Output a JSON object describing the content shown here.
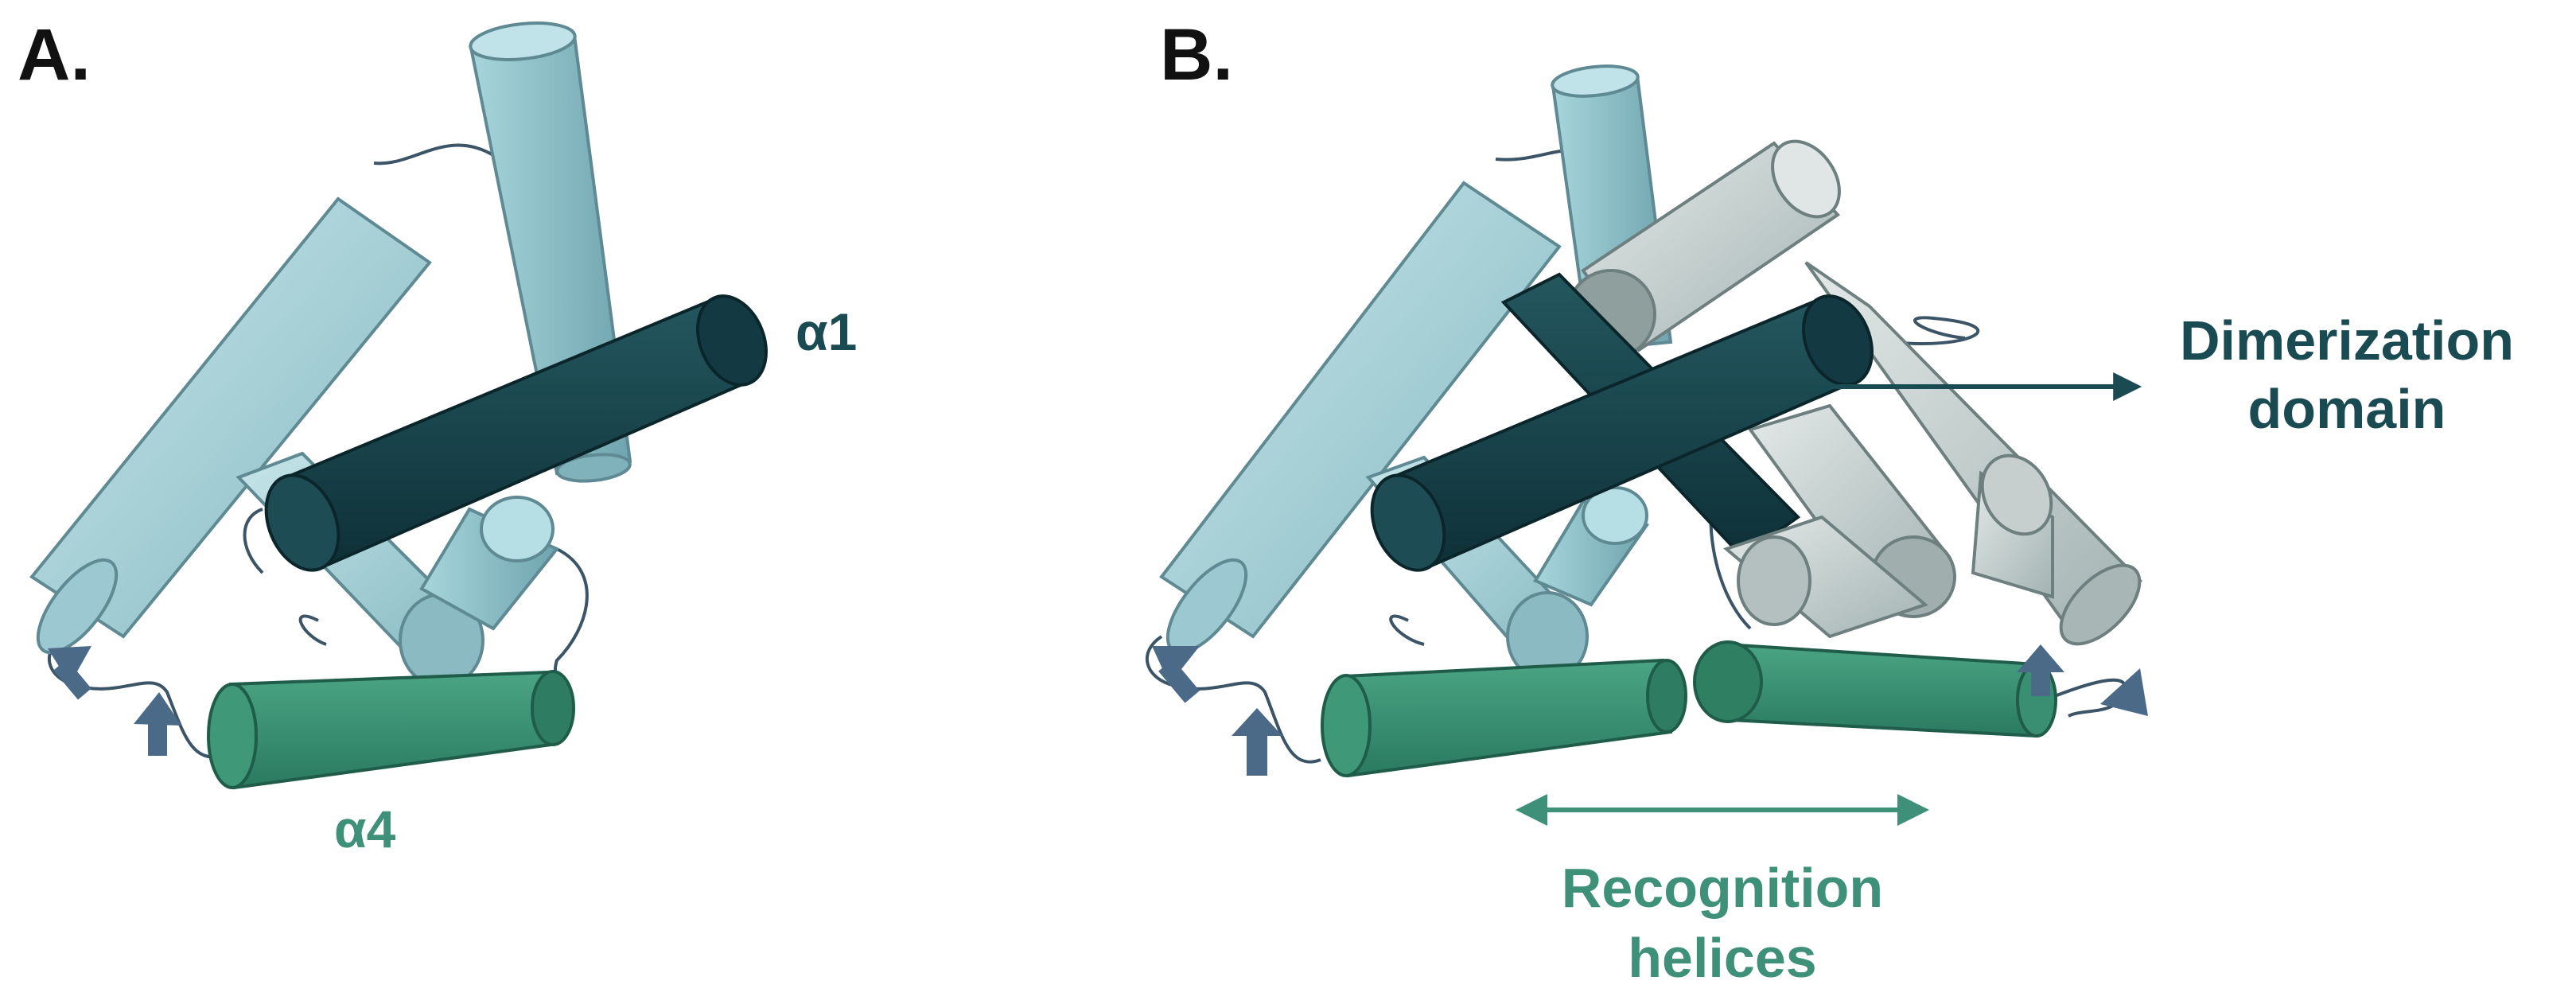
{
  "panel_a": {
    "label": "A.",
    "alpha1_label": "α1",
    "alpha4_label": "α4"
  },
  "panel_b": {
    "label": "B.",
    "dimerization_line1": "Dimerization",
    "dimerization_line2": "domain",
    "recognition_line1": "Recognition",
    "recognition_line2": "helices"
  },
  "colors": {
    "light_helix": "#a9d3da",
    "mid_helix": "#8cc0c8",
    "pale_helix": "#c9d4d3",
    "dark_helix": "#18424b",
    "green_helix": "#3a8f73",
    "strand": "#4b6a88",
    "loop": "#3b5566",
    "dimer_text": "#1a4a52",
    "recog_text": "#3e9178"
  }
}
